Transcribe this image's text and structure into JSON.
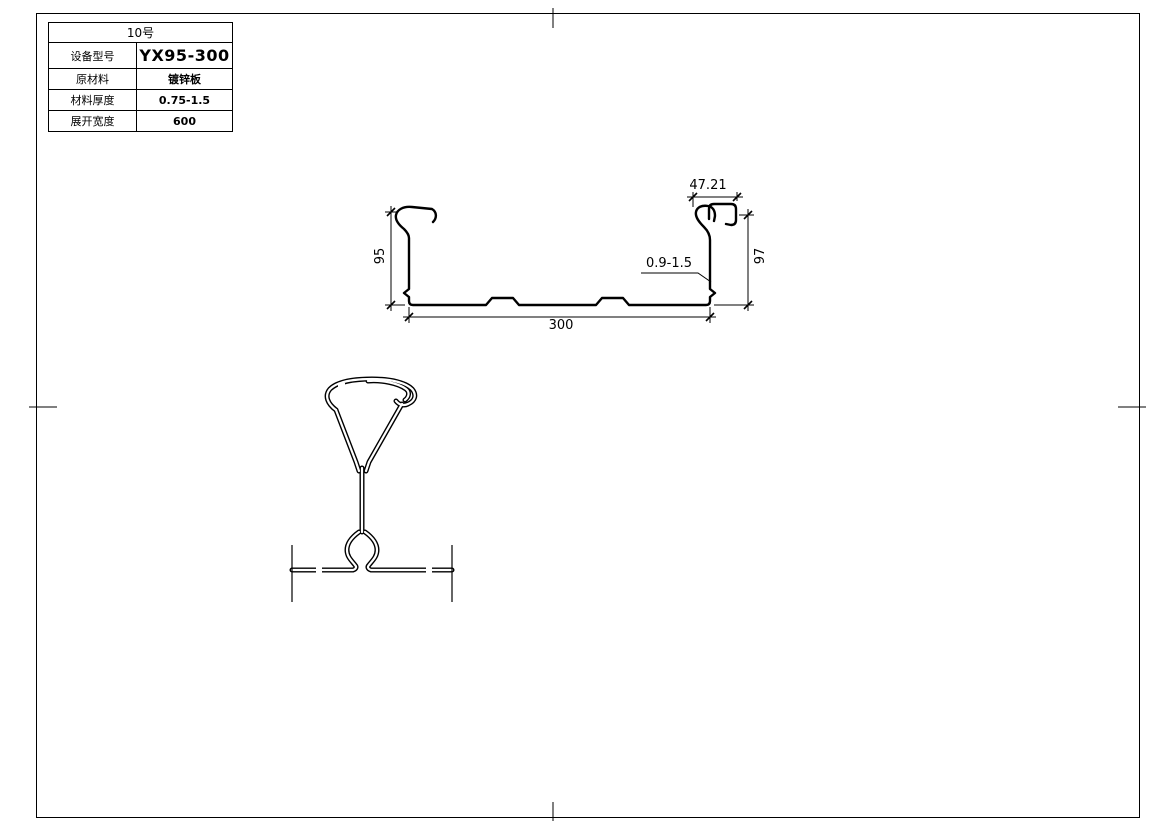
{
  "page": {
    "background": "#ffffff",
    "line_color": "#000000"
  },
  "title_block": {
    "header": "10号",
    "rows": [
      {
        "label": "设备型号",
        "value": "YX95-300"
      },
      {
        "label": "原材料",
        "value": "镀锌板"
      },
      {
        "label": "材料厚度",
        "value": "0.75-1.5"
      },
      {
        "label": "展开宽度",
        "value": "600"
      }
    ]
  },
  "profile": {
    "dimensions": {
      "top_seam_width": "47.21",
      "left_height": "95",
      "right_height": "97",
      "thickness_range": "0.9-1.5",
      "bottom_width": "300"
    }
  }
}
